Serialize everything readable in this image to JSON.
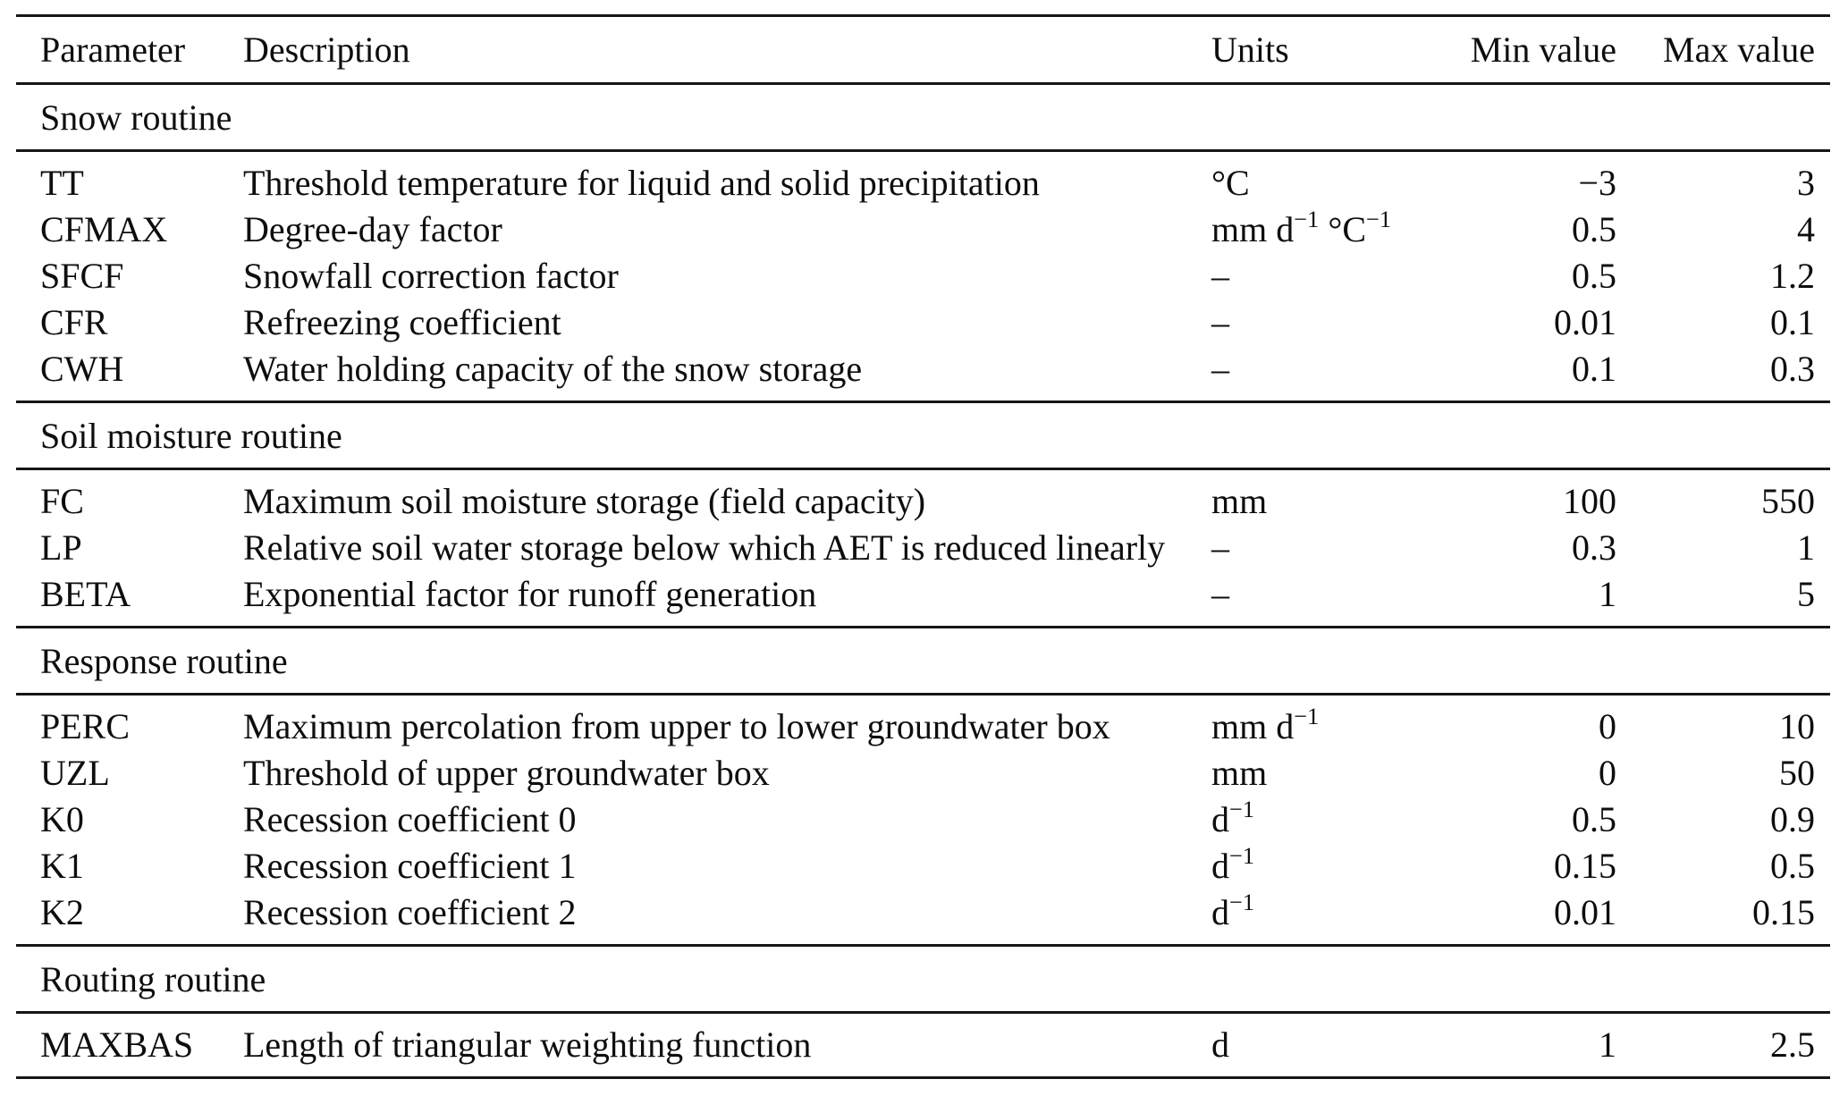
{
  "table": {
    "columns": [
      "Parameter",
      "Description",
      "Units",
      "Min value",
      "Max value"
    ],
    "sections": [
      {
        "title": "Snow routine",
        "rows": [
          {
            "param": "TT",
            "description": "Threshold temperature for liquid and solid precipitation",
            "units": "°C",
            "min": "−3",
            "max": "3"
          },
          {
            "param": "CFMAX",
            "description": "Degree-day factor",
            "units": "mm d^{−1} °C^{−1}",
            "min": "0.5",
            "max": "4"
          },
          {
            "param": "SFCF",
            "description": "Snowfall correction factor",
            "units": "–",
            "min": "0.5",
            "max": "1.2"
          },
          {
            "param": "CFR",
            "description": "Refreezing coefficient",
            "units": "–",
            "min": "0.01",
            "max": "0.1"
          },
          {
            "param": "CWH",
            "description": "Water holding capacity of the snow storage",
            "units": "–",
            "min": "0.1",
            "max": "0.3"
          }
        ]
      },
      {
        "title": "Soil moisture routine",
        "rows": [
          {
            "param": "FC",
            "description": "Maximum soil moisture storage (field capacity)",
            "units": "mm",
            "min": "100",
            "max": "550"
          },
          {
            "param": "LP",
            "description": "Relative soil water storage below which AET is reduced linearly",
            "units": "–",
            "min": "0.3",
            "max": "1"
          },
          {
            "param": "BETA",
            "description": "Exponential factor for runoff generation",
            "units": "–",
            "min": "1",
            "max": "5"
          }
        ]
      },
      {
        "title": "Response routine",
        "rows": [
          {
            "param": "PERC",
            "description": "Maximum percolation from upper to lower groundwater box",
            "units": "mm d^{−1}",
            "min": "0",
            "max": "10"
          },
          {
            "param": "UZL",
            "description": "Threshold of upper groundwater box",
            "units": "mm",
            "min": "0",
            "max": "50"
          },
          {
            "param": "K0",
            "description": "Recession coefficient 0",
            "units": "d^{−1}",
            "min": "0.5",
            "max": "0.9"
          },
          {
            "param": "K1",
            "description": "Recession coefficient 1",
            "units": "d^{−1}",
            "min": "0.15",
            "max": "0.5"
          },
          {
            "param": "K2",
            "description": "Recession coefficient 2",
            "units": "d^{−1}",
            "min": "0.01",
            "max": "0.15"
          }
        ]
      },
      {
        "title": "Routing routine",
        "rows": [
          {
            "param": "MAXBAS",
            "description": "Length of triangular weighting function",
            "units": "d",
            "min": "1",
            "max": "2.5"
          }
        ]
      }
    ]
  }
}
